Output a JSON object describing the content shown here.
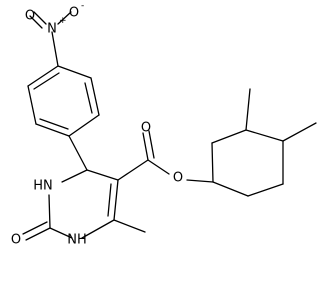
{
  "molecule": {
    "atom_labels": {
      "nitro_n": "N",
      "nitro_n_charge": "+",
      "nitro_o_left": "O",
      "nitro_o_right": "O",
      "nitro_o_right_charge": "-",
      "ester_carbonyl_o": "O",
      "ester_o": "O",
      "ring_nh_upper": "HN",
      "ring_nh_lower": "NH",
      "urea_o": "O"
    }
  }
}
